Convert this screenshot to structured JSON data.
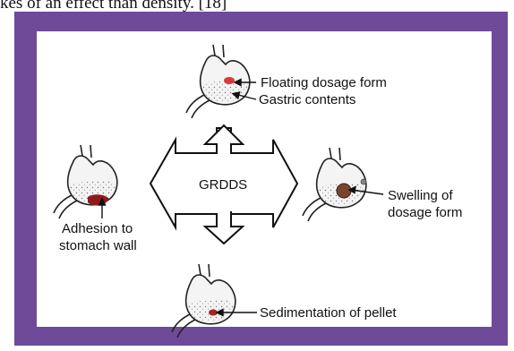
{
  "header_fragment": "kes of an effect than density. [18]",
  "center_label": "GRDDS",
  "labels": {
    "floating": "Floating dosage form",
    "gastric": "Gastric contents",
    "adhesion_line1": "Adhesion to",
    "adhesion_line2": "stomach wall",
    "swelling_line1": "Swelling of",
    "swelling_line2": "dosage form",
    "sedimentation": "Sedimentation of pellet"
  },
  "colors": {
    "frame": "#6e4a99",
    "dosage_red": "#d83a3a",
    "adhesion_red": "#8c1c1c",
    "swelling_brown": "#7a4530",
    "pellet_red": "#a82424"
  }
}
